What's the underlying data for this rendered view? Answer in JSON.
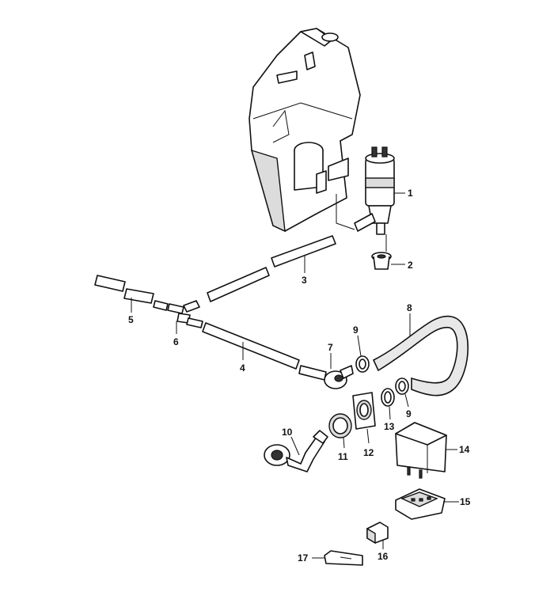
{
  "title": "Windshield washer system parts diagram",
  "callouts": {
    "c1": "1",
    "c2": "2",
    "c3": "3",
    "c4": "4",
    "c5": "5",
    "c6": "6",
    "c7": "7",
    "c8": "8",
    "c9a": "9",
    "c9b": "9",
    "c10": "10",
    "c11": "11",
    "c12": "12",
    "c13": "13",
    "c14": "14",
    "c15": "15",
    "c16": "16",
    "c17": "17"
  },
  "colors": {
    "line": "#111111",
    "background": "#ffffff"
  }
}
